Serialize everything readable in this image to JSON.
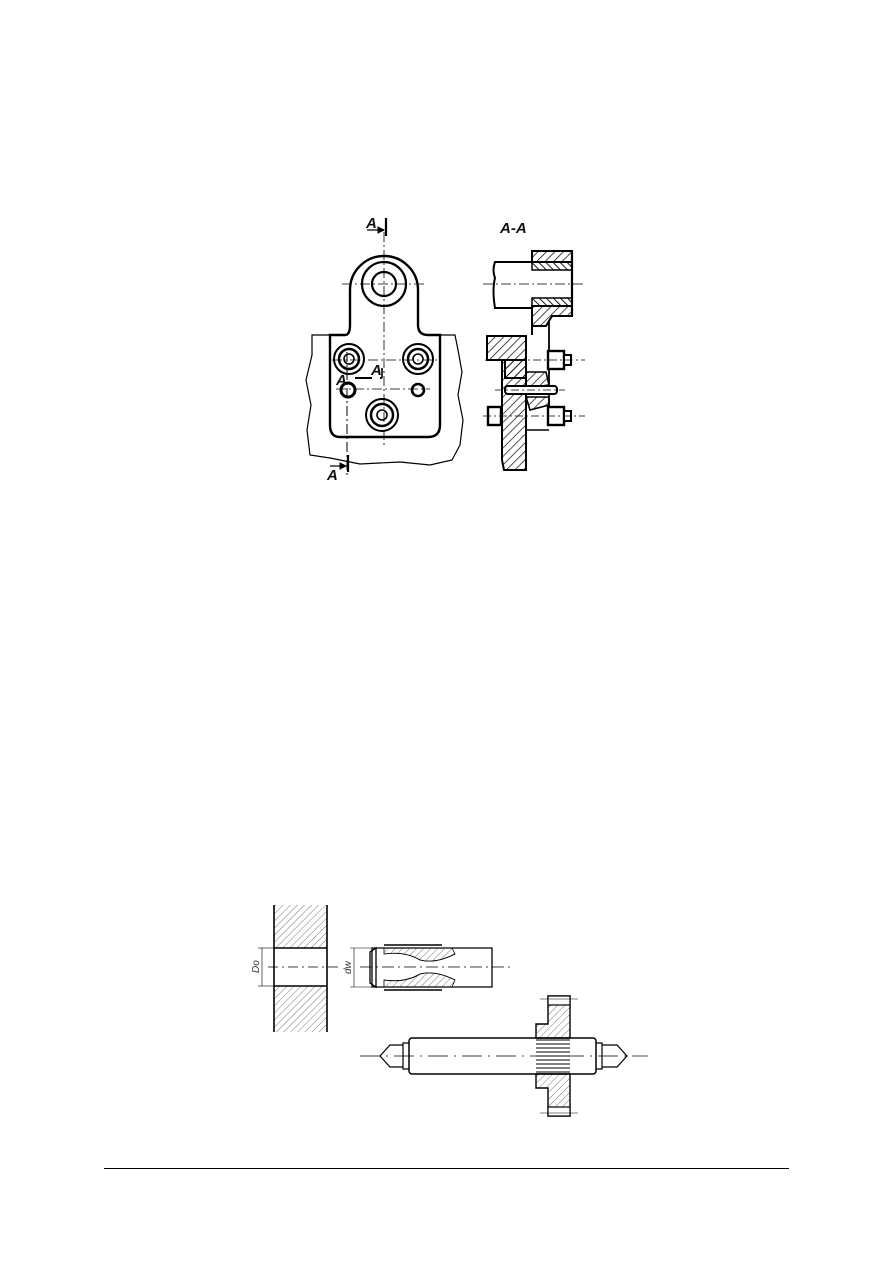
{
  "page": {
    "background": "#ffffff",
    "ink_color": "#000000"
  },
  "figure_top": {
    "description": "Bracket with bolted plate, front view with section line and section view A-A",
    "section_title": "A-A",
    "cut_labels": {
      "top": "A",
      "bottom": "A",
      "inner_horizontal": "A",
      "inner_vertical": "A"
    }
  },
  "figure_bottom": {
    "description": "Bore in hatched block, expanding pin, and mandrel with flange",
    "dimension_labels": {
      "bore_diameter": "Do",
      "pin_diameter": "dw"
    }
  },
  "footer": {
    "rule": true
  }
}
